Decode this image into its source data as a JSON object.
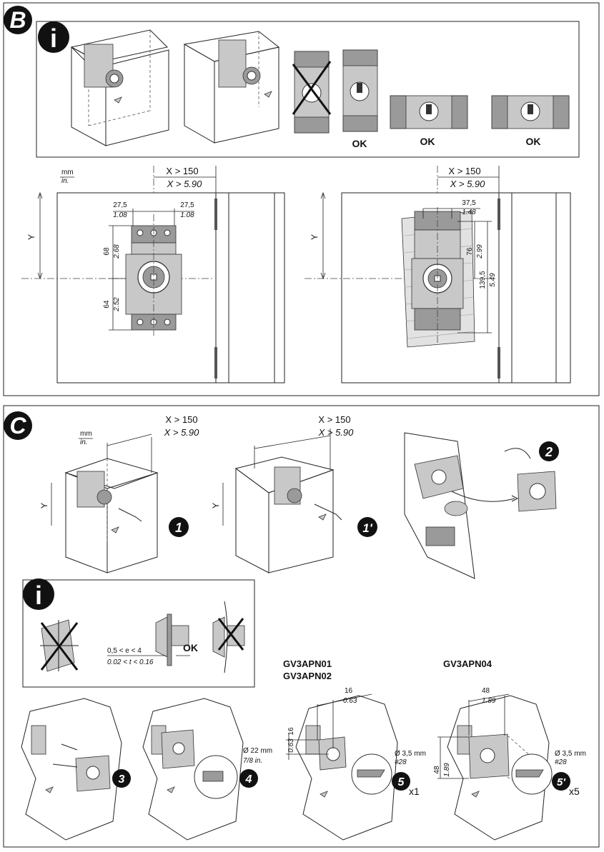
{
  "section_b": {
    "letter": "B",
    "info_glyph": "i",
    "ok_labels": [
      "OK",
      "OK",
      "OK"
    ],
    "units": {
      "top": "mm",
      "bottom": "in."
    },
    "dim_left": {
      "clearance_mm": "X > 150",
      "clearance_in": "X > 5.90",
      "width_left_mm": "27,5",
      "width_left_in": "1.08",
      "width_right_mm": "27,5",
      "width_right_in": "1.08",
      "upper_mm": "68",
      "upper_in": "2.68",
      "lower_mm": "64",
      "lower_in": "2.52",
      "y_label": "Y"
    },
    "dim_right": {
      "clearance_mm": "X > 150",
      "clearance_in": "X > 5.90",
      "width_mm": "37,5",
      "width_in": "1.48",
      "upper_mm": "76",
      "upper_in": "2.99",
      "total_mm": "139,5",
      "total_in": "5.49",
      "y_label": "Y"
    }
  },
  "section_c": {
    "letter": "C",
    "units": {
      "top": "mm",
      "bottom": "in."
    },
    "clearance_mm": "X > 150",
    "clearance_in": "X > 5.90",
    "y_label": "Y",
    "steps": {
      "s1": "1",
      "s1p": "1'",
      "s2": "2",
      "s3": "3",
      "s4": "4",
      "s5": "5",
      "s5p": "5'"
    },
    "info": {
      "glyph": "i",
      "e_range": "0,5 < e < 4",
      "t_range": "0.02 < t < 0.16",
      "ok": "OK"
    },
    "models": {
      "a1": "GV3APN01",
      "a2": "GV3APN02",
      "b": "GV3APN04"
    },
    "drill_22": {
      "mm": "Ø 22 mm",
      "in": "7/8 in."
    },
    "drill_35_a": {
      "mm": "Ø 3,5 mm",
      "gauge": "#28"
    },
    "drill_35_b": {
      "mm": "Ø 3,5 mm",
      "gauge": "#28"
    },
    "dim_16_mm": "16",
    "dim_16_in": "0.63",
    "dim_16v_mm": "16",
    "dim_16v_in": "0.63",
    "dim_48_mm": "48",
    "dim_48_in": "1.89",
    "dim_48v_mm": "48",
    "dim_48v_in": "1.89",
    "qty_a": "x1",
    "qty_b": "x5"
  }
}
